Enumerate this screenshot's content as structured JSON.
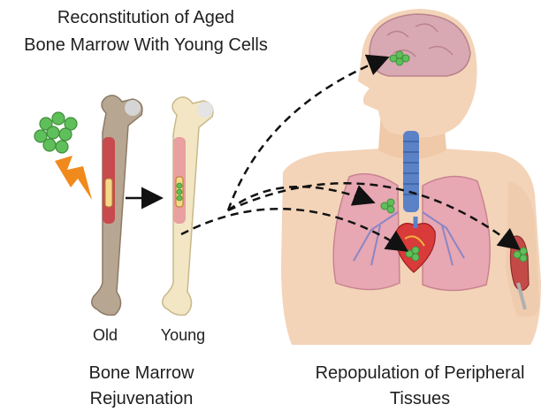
{
  "title": {
    "line1": "Reconstitution of Aged",
    "line2": "Bone Marrow With Young Cells"
  },
  "bones": {
    "old_label": "Old",
    "young_label": "Young"
  },
  "captions": {
    "bone_marrow_line1": "Bone Marrow",
    "bone_marrow_line2": "Rejuvenation",
    "repopulation_line1": "Repopulation of Peripheral",
    "repopulation_line2": "Tissues"
  },
  "colors": {
    "cells": "#5fbf5a",
    "old_bone": "#b7a692",
    "young_bone": "#f2e6c4",
    "marrow": "#c84a4f",
    "skin": "#f3d4b8",
    "brain": "#d8a9b3",
    "lungs": "#e7a7b3",
    "trachea": "#5b82c7",
    "lightning": "#f08a1c",
    "arrow": "#111111"
  },
  "icons": [
    "cell-cluster-icon",
    "lightning-icon",
    "arrow-icon"
  ]
}
